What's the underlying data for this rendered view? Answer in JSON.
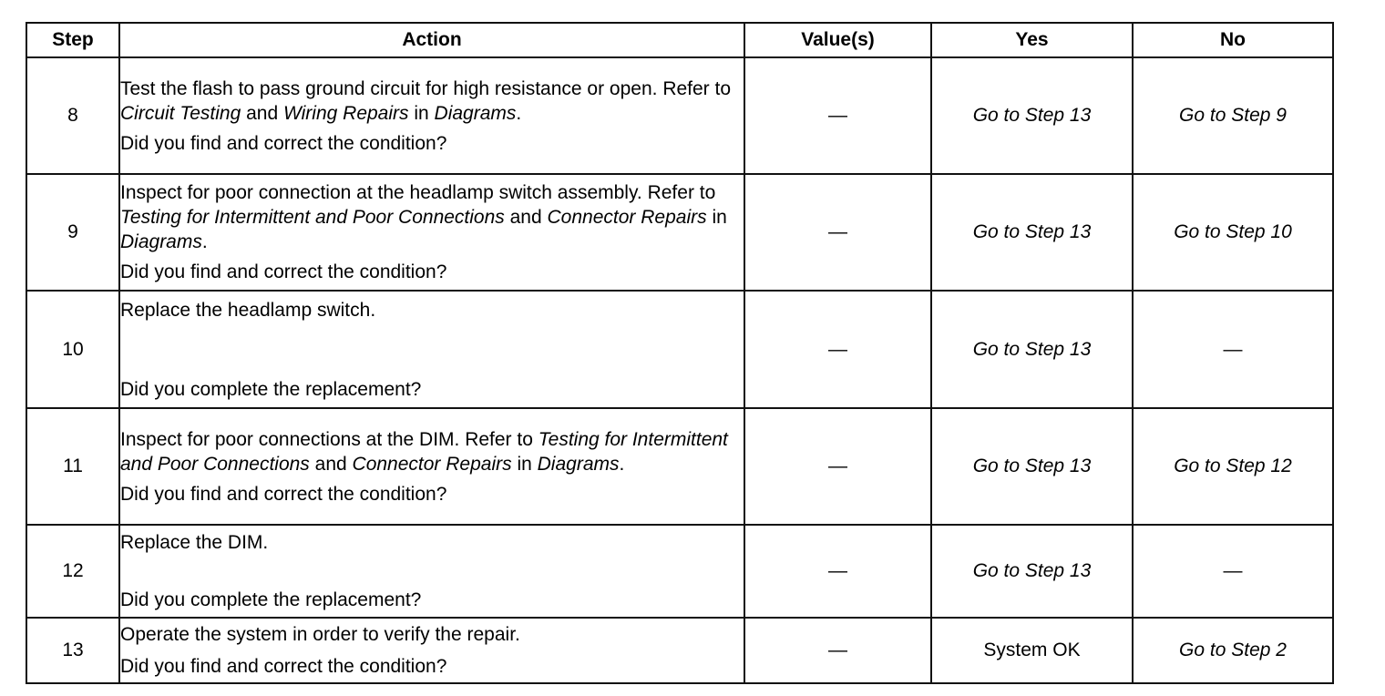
{
  "table": {
    "headers": {
      "step": "Step",
      "action": "Action",
      "values": "Value(s)",
      "yes": "Yes",
      "no": "No"
    },
    "rows": [
      {
        "step": "8",
        "action": [
          {
            "t": "Test the flash to pass ground circuit for high resistance or open. Refer to ",
            "i": false
          },
          {
            "t": "Circuit Testing",
            "i": true
          },
          {
            "t": " and ",
            "i": false
          },
          {
            "t": "Wiring Repairs",
            "i": true
          },
          {
            "t": " in ",
            "i": false
          },
          {
            "t": "Diagrams",
            "i": true
          },
          {
            "t": ".",
            "i": false
          }
        ],
        "question": "Did you find and correct the condition?",
        "value": "—",
        "yes": "Go to Step 13",
        "no": "Go to Step 9"
      },
      {
        "step": "9",
        "action": [
          {
            "t": "Inspect for poor connection at the headlamp switch assembly. Refer to ",
            "i": false
          },
          {
            "t": "Testing for Intermittent and Poor Connections",
            "i": true
          },
          {
            "t": " and ",
            "i": false
          },
          {
            "t": "Connector Repairs",
            "i": true
          },
          {
            "t": " in ",
            "i": false
          },
          {
            "t": "Diagrams",
            "i": true
          },
          {
            "t": ".",
            "i": false
          }
        ],
        "question": "Did you find and correct the condition?",
        "value": "—",
        "yes": "Go to Step 13",
        "no": "Go to Step 10"
      },
      {
        "step": "10",
        "action": [
          {
            "t": "Replace the headlamp switch.",
            "i": false
          }
        ],
        "question": "Did you complete the replacement?",
        "value": "—",
        "yes": "Go to Step 13",
        "no": "—"
      },
      {
        "step": "11",
        "action": [
          {
            "t": "Inspect for poor connections at the DIM. Refer to ",
            "i": false
          },
          {
            "t": "Testing for Intermittent and Poor Connections",
            "i": true
          },
          {
            "t": " and ",
            "i": false
          },
          {
            "t": "Connector Repairs",
            "i": true
          },
          {
            "t": " in ",
            "i": false
          },
          {
            "t": "Diagrams",
            "i": true
          },
          {
            "t": ".",
            "i": false
          }
        ],
        "question": "Did you find and correct the condition?",
        "value": "—",
        "yes": "Go to Step 13",
        "no": "Go to Step 12"
      },
      {
        "step": "12",
        "action": [
          {
            "t": "Replace the DIM.",
            "i": false
          }
        ],
        "question": "Did you complete the replacement?",
        "value": "—",
        "yes": "Go to Step 13",
        "no": "—"
      },
      {
        "step": "13",
        "action": [
          {
            "t": "Operate the system in order to verify the repair.",
            "i": false
          }
        ],
        "question": "Did you find and correct the condition?",
        "value": "—",
        "yes": "System OK",
        "no": "Go to Step 2"
      }
    ]
  }
}
